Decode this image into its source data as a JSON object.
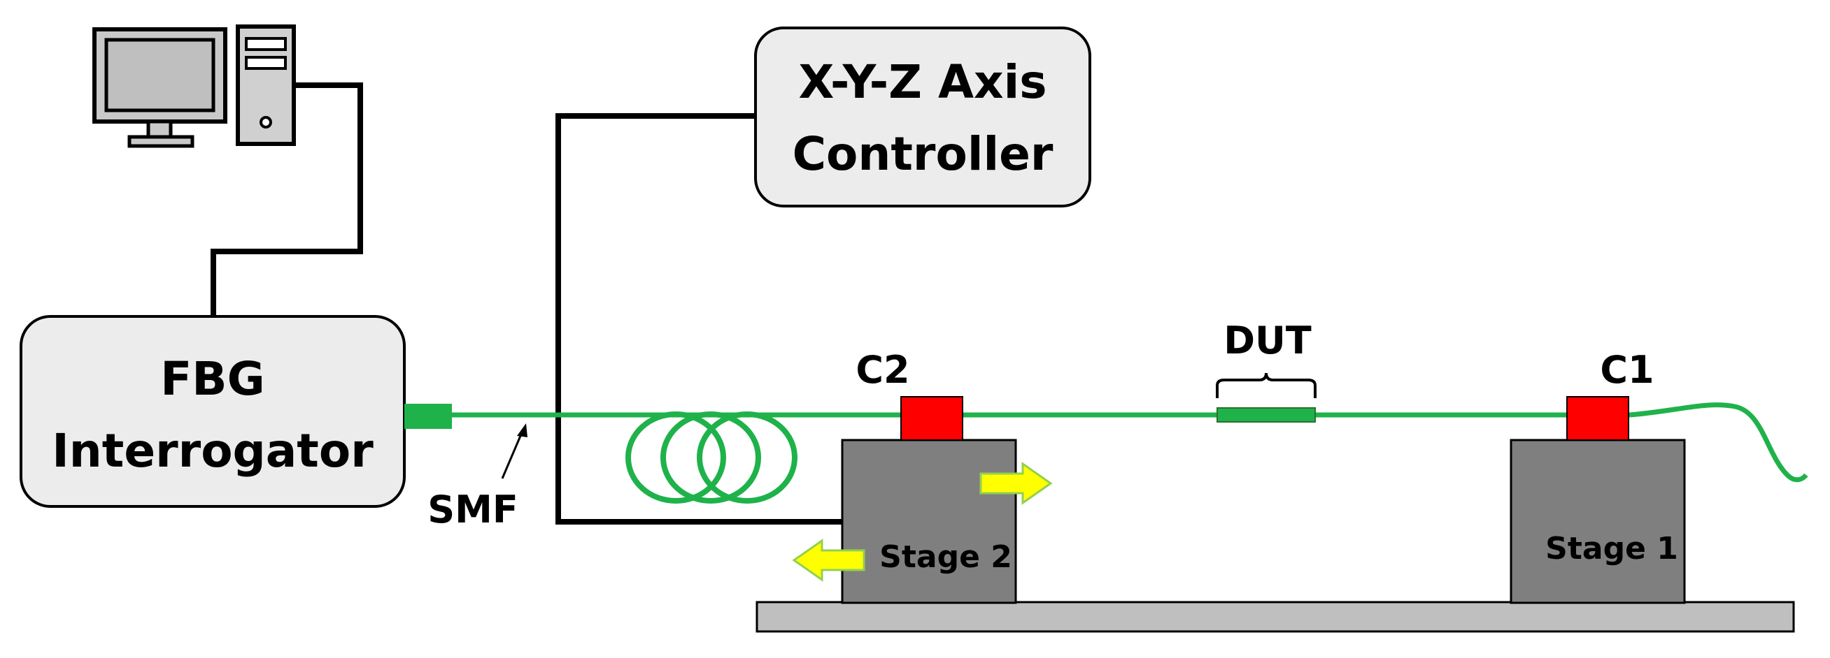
{
  "interrogator": {
    "line1": "FBG",
    "line2": "Interrogator"
  },
  "controller": {
    "line1": "X-Y-Z Axis",
    "line2": "Controller"
  },
  "labels": {
    "smf": "SMF",
    "dut": "DUT",
    "c1": "C1",
    "c2": "C2"
  },
  "stages": {
    "stage1": "Stage 1",
    "stage2": "Stage 2"
  },
  "icons": {
    "computer": "desktop-computer-icon",
    "arrow_right": "yellow-arrow-right-icon",
    "arrow_left": "yellow-arrow-left-icon"
  },
  "colors": {
    "fiber": "#1fb24a",
    "clamp": "#ff0000",
    "stage": "#7f7f7f",
    "box_fill": "#ececec",
    "arrow": "#ffff00",
    "arrow_border": "#92d050",
    "cable": "#000000"
  }
}
